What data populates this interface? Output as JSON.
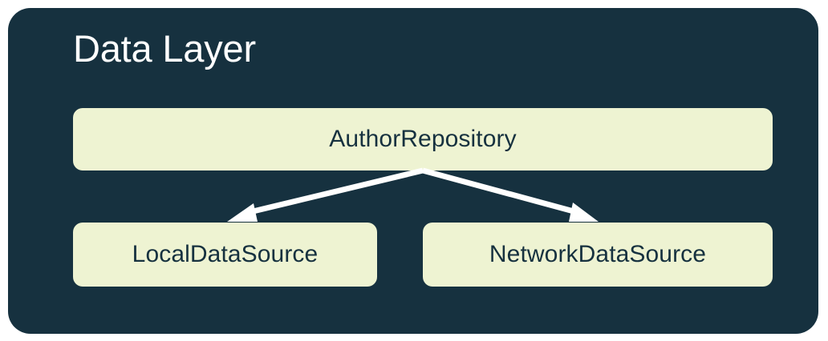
{
  "diagram": {
    "title": "Data Layer",
    "panel_color": "#16313f",
    "node_fill_color": "#eef3d2",
    "node_text_color": "#16313f",
    "title_color": "#ffffff",
    "arrow_color": "#ffffff",
    "nodes": [
      {
        "id": "author-repository",
        "label": "AuthorRepository"
      },
      {
        "id": "local-data-source",
        "label": "LocalDataSource"
      },
      {
        "id": "network-data-source",
        "label": "NetworkDataSource"
      }
    ],
    "edges": [
      {
        "from": "AuthorRepository",
        "to": "LocalDataSource",
        "style": "solid-arrow"
      },
      {
        "from": "AuthorRepository",
        "to": "NetworkDataSource",
        "style": "solid-arrow"
      }
    ]
  }
}
